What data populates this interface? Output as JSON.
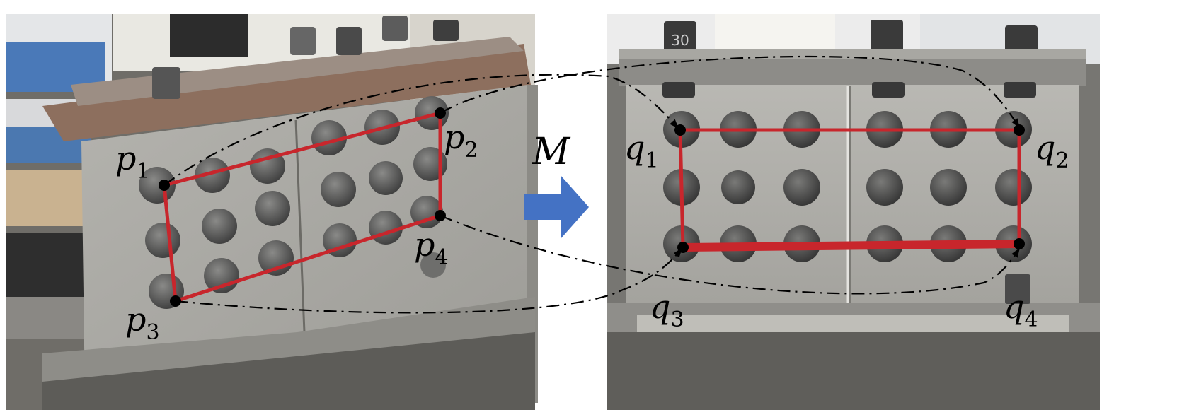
{
  "figure": {
    "transform_label": "M",
    "colors": {
      "quad": "#c8262c",
      "arrow": "#4472c4",
      "point": "#000000",
      "dash": "#000000",
      "plate": "#a9a9a6",
      "background": "#ffffff"
    },
    "left_photo": {
      "name": "perspective bolted joint photo",
      "points": [
        {
          "letter": "p",
          "index": "1"
        },
        {
          "letter": "p",
          "index": "2"
        },
        {
          "letter": "p",
          "index": "3"
        },
        {
          "letter": "p",
          "index": "4"
        }
      ]
    },
    "right_photo": {
      "name": "rectified bolted joint photo",
      "points": [
        {
          "letter": "q",
          "index": "1"
        },
        {
          "letter": "q",
          "index": "2"
        },
        {
          "letter": "q",
          "index": "3"
        },
        {
          "letter": "q",
          "index": "4"
        }
      ],
      "nut_tag": "30"
    }
  }
}
